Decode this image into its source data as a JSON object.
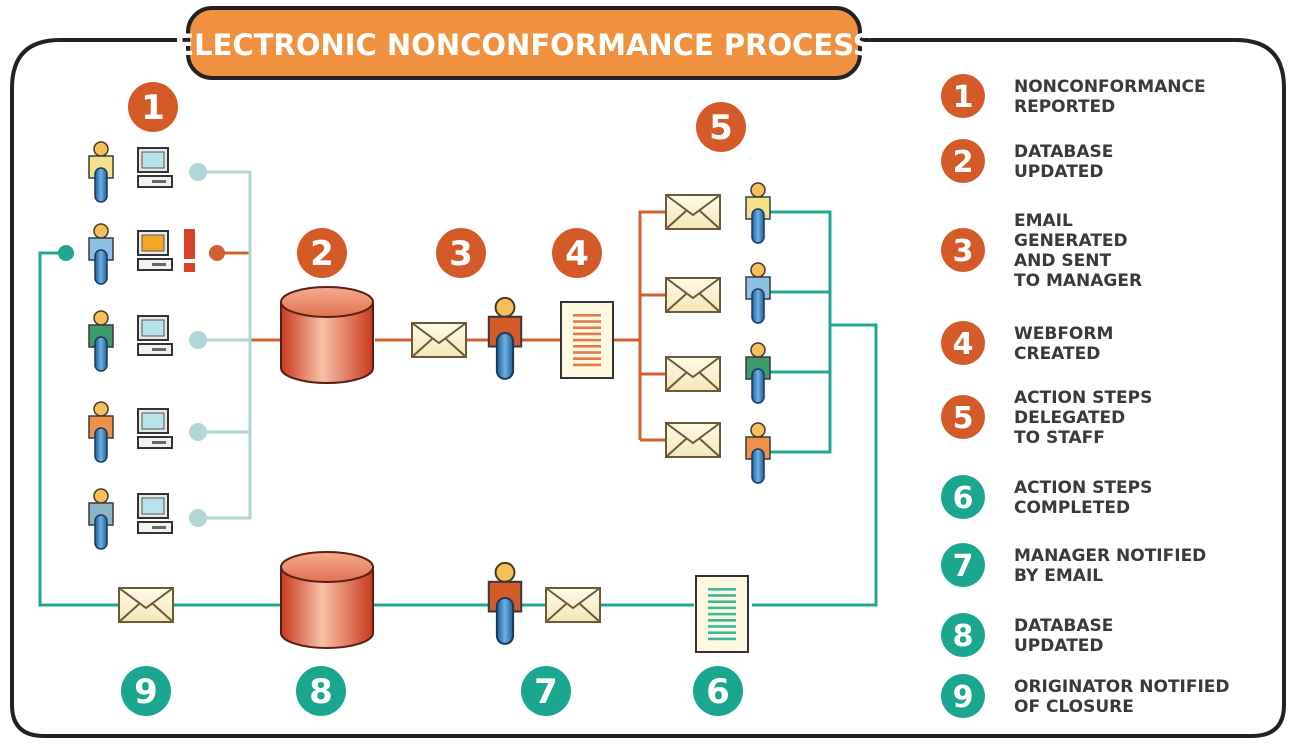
{
  "title": "ELECTRONIC NONCONFORMANCE PROCESS",
  "colors": {
    "orange": "#d45a28",
    "teal": "#1aa68f",
    "orange_line": "#d0612e",
    "teal_line": "#1fa88f",
    "light_line": "#b2d6d6",
    "title_fill": "#f0913f",
    "border": "#222222",
    "alert": "#d9432a"
  },
  "legend": [
    {
      "num": "1",
      "color": "orange",
      "lines": [
        "NONCONFORMANCE",
        "REPORTED"
      ]
    },
    {
      "num": "2",
      "color": "orange",
      "lines": [
        "DATABASE",
        "UPDATED"
      ]
    },
    {
      "num": "3",
      "color": "orange",
      "lines": [
        "EMAIL",
        "GENERATED",
        "AND SENT",
        "TO MANAGER"
      ]
    },
    {
      "num": "4",
      "color": "orange",
      "lines": [
        "WEBFORM",
        "CREATED"
      ]
    },
    {
      "num": "5",
      "color": "orange",
      "lines": [
        "ACTION STEPS",
        "DELEGATED",
        "TO STAFF"
      ]
    },
    {
      "num": "6",
      "color": "teal",
      "lines": [
        "ACTION STEPS",
        "COMPLETED"
      ]
    },
    {
      "num": "7",
      "color": "teal",
      "lines": [
        "MANAGER NOTIFIED",
        "BY EMAIL"
      ]
    },
    {
      "num": "8",
      "color": "teal",
      "lines": [
        "DATABASE",
        "UPDATED"
      ]
    },
    {
      "num": "9",
      "color": "teal",
      "lines": [
        "ORIGINATOR NOTIFIED",
        "OF CLOSURE"
      ]
    }
  ],
  "step_badges": {
    "s1": "1",
    "s2": "2",
    "s3": "3",
    "s4": "4",
    "s5": "5",
    "s6": "6",
    "s7": "7",
    "s8": "8",
    "s9": "9"
  },
  "alert_mark": "!"
}
